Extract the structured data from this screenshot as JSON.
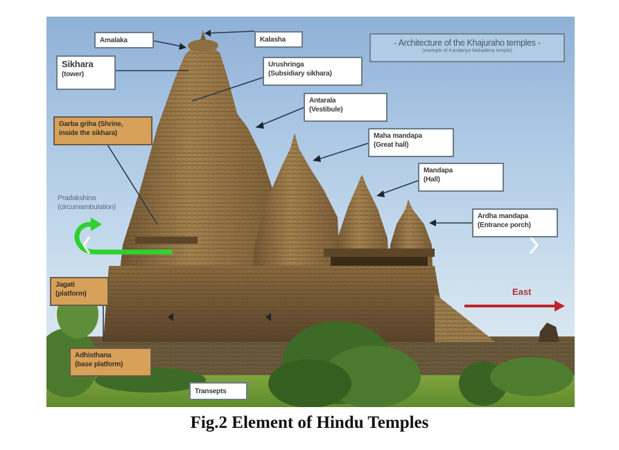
{
  "figure": {
    "header": {
      "title": "- Architecture of the Khajuraho temples -",
      "subtitle": "(exemple of Kandariya Mahadeva temple)"
    },
    "labels": [
      {
        "id": "amalaka",
        "line1": "Amalaka",
        "line2": ""
      },
      {
        "id": "kalasha",
        "line1": "Kalasha",
        "line2": ""
      },
      {
        "id": "sikhara",
        "line1": "Sikhara",
        "line2": "(tower)"
      },
      {
        "id": "urushringa",
        "line1": "Urushringa",
        "line2": "(Subsidiary sikhara)"
      },
      {
        "id": "antarala",
        "line1": "Antarala",
        "line2": "(Vestibule)"
      },
      {
        "id": "garba-griha",
        "line1": "Garba griha (Shrine,",
        "line2": "inside the sikhara)"
      },
      {
        "id": "maha-mandapa",
        "line1": "Maha mandapa",
        "line2": "(Great hall)"
      },
      {
        "id": "mandapa",
        "line1": "Mandapa",
        "line2": "(Hall)"
      },
      {
        "id": "ardha-mandapa",
        "line1": "Ardha mandapa",
        "line2": "(Entrance porch)"
      },
      {
        "id": "jagati",
        "line1": "Jagati",
        "line2": "(platform)"
      },
      {
        "id": "adhisthana",
        "line1": "Adhisthana",
        "line2": "(base platform)"
      },
      {
        "id": "transepts",
        "line1": "Transepts",
        "line2": ""
      }
    ],
    "pradakshina": {
      "line1": "Pradakshina",
      "line2": "(circumambulation)"
    },
    "direction": {
      "label": "East"
    },
    "colors": {
      "label_orange": "#d7a15a",
      "label_white": "#ffffff",
      "circumambulation_arrow": "#2fd12f",
      "east_arrow": "#c0242c",
      "stone": "#8a6a3e",
      "sky": "#a7c4e2",
      "foliage": "#3f6b2a"
    }
  },
  "caption": "Fig.2 Element of Hindu Temples"
}
